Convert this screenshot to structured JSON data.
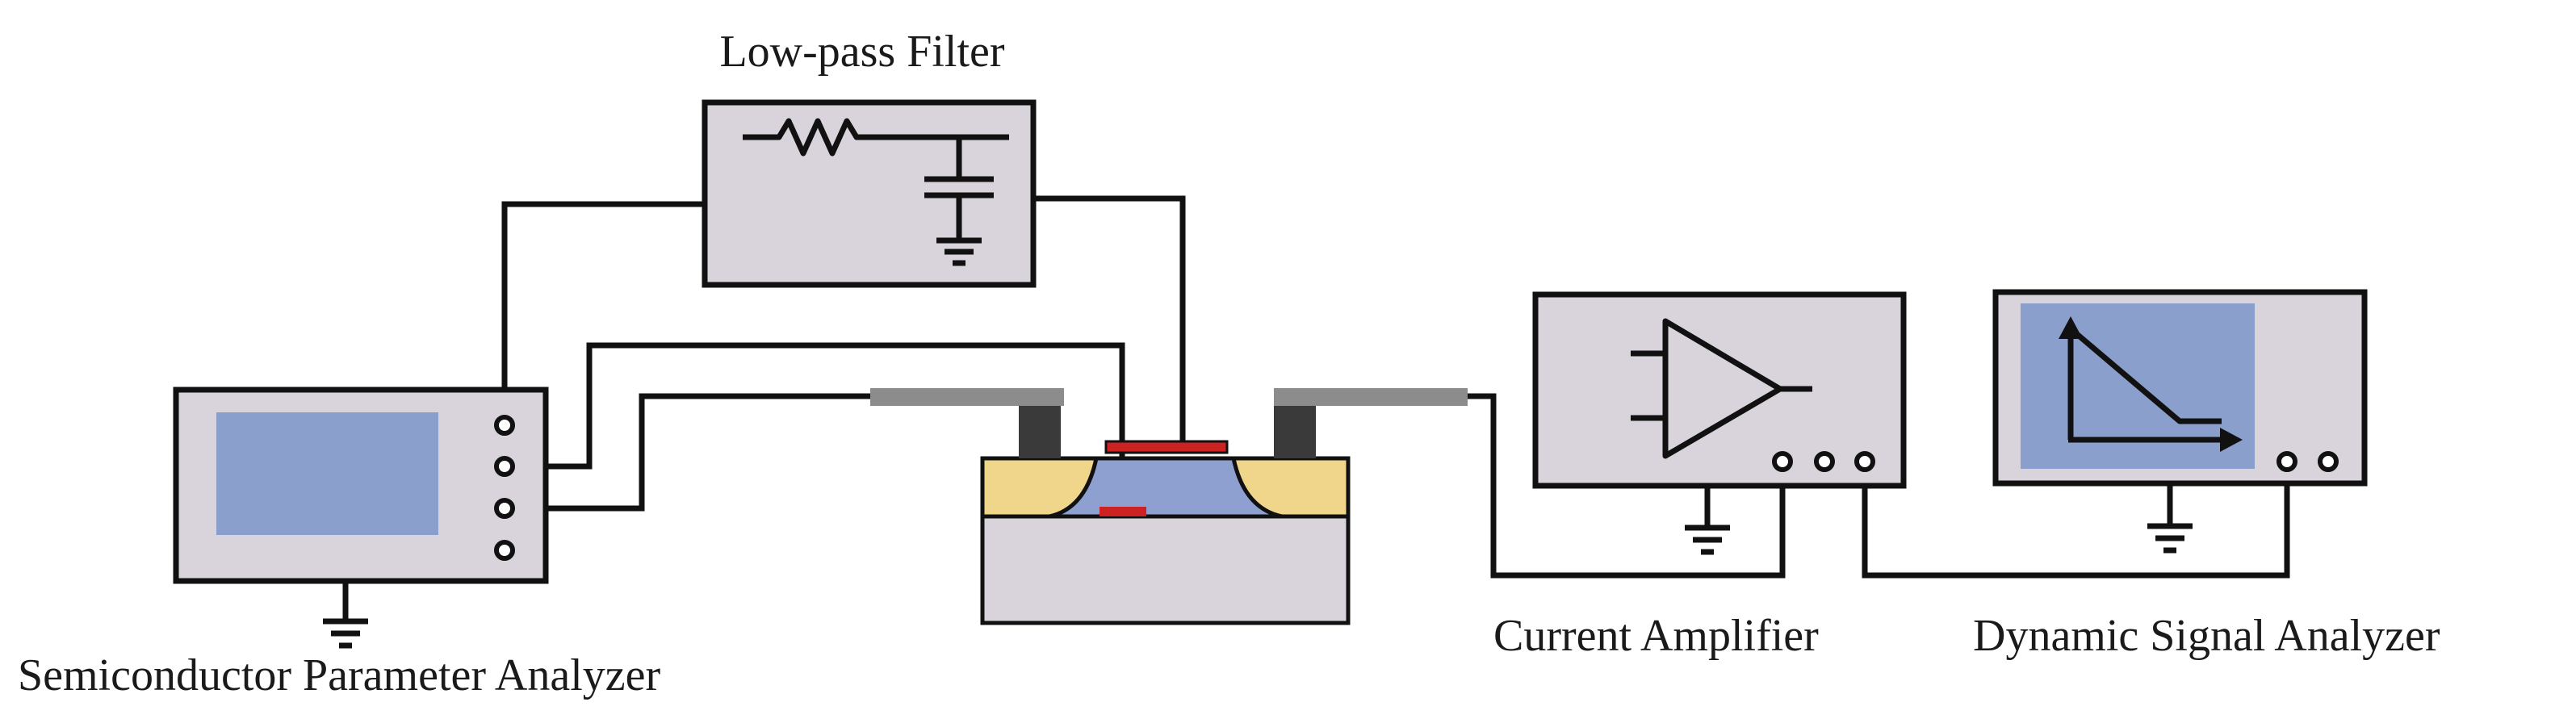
{
  "labels": {
    "low_pass_filter": "Low-pass Filter",
    "semiconductor_parameter_analyzer": "Semiconductor Parameter Analyzer",
    "current_amplifier": "Current Amplifier",
    "dynamic_signal_analyzer": "Dynamic Signal Analyzer"
  },
  "colors": {
    "instrument_body": "#d9d4dc",
    "screen": "#8b9fcc",
    "probe_arm": "#8c8c8c",
    "probe_tip": "#3a3a3a",
    "contact_pad": "#cc2222",
    "oxide": "#f0d68a",
    "channel": "#8ea0cf",
    "substrate": "#d9d4dc",
    "wire": "#111111"
  }
}
